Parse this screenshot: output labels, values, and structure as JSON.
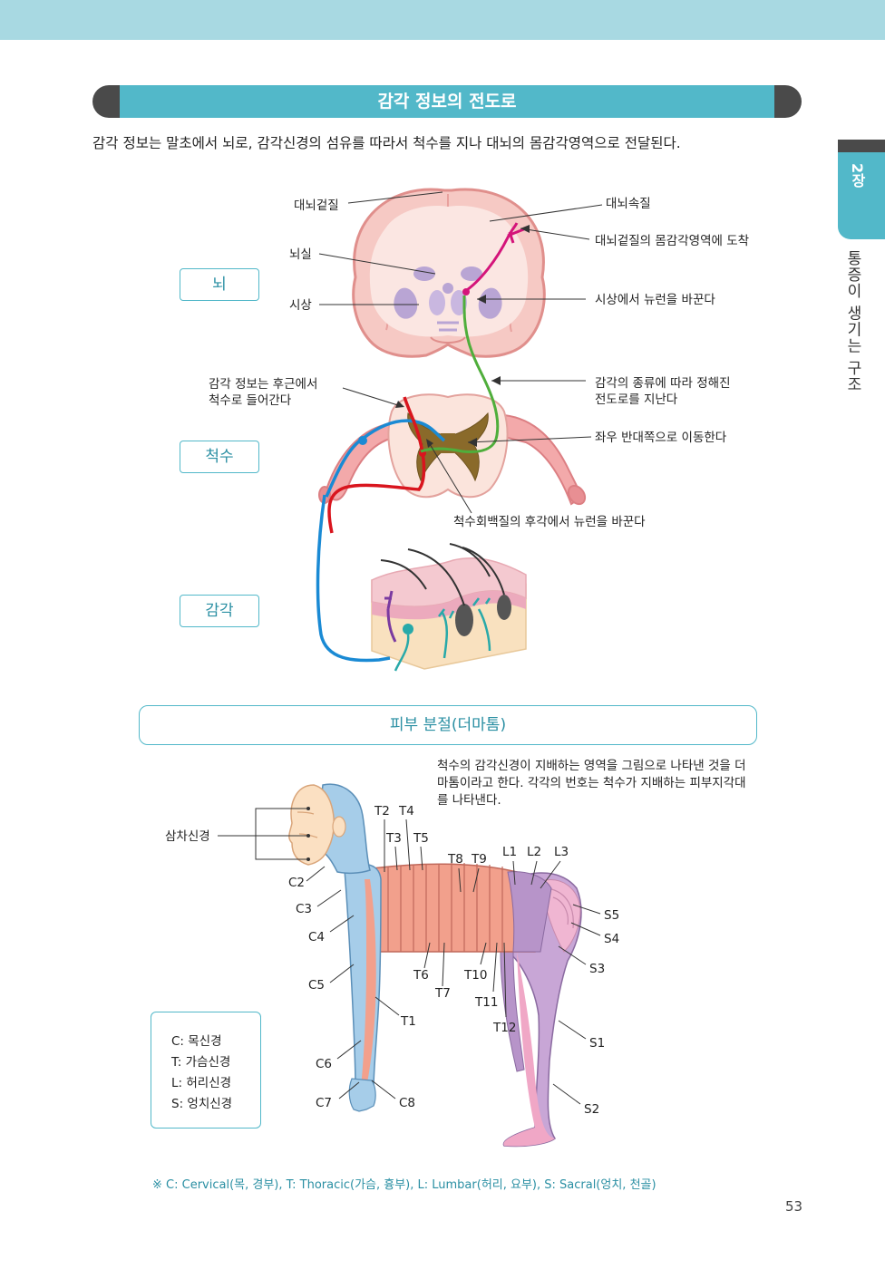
{
  "header": {
    "title": "감각 정보의 전도로"
  },
  "intro": "감각 정보는 말초에서 뇌로, 감각신경의 섬유를 따라서 척수를 지나 대뇌의 몸감각영역으로 전달된다.",
  "chapter_tab": {
    "number": "2장",
    "title": "통증이 생기는 구조"
  },
  "section_boxes": {
    "brain": "뇌",
    "spinal": "척수",
    "sense": "감각"
  },
  "diagram1_labels": {
    "cortex": "대뇌겉질",
    "medulla": "대뇌속질",
    "arrive": "대뇌겉질의 몸감각영역에 도착",
    "ventricle": "뇌실",
    "thalamus": "시상",
    "thalamus_switch": "시상에서 뉴런을 바꾼다",
    "enter_line1": "감각 정보는 후근에서",
    "enter_line2": "척수로 들어간다",
    "path_line1": "감각의 종류에 따라 정해진",
    "path_line2": "전도로를 지난다",
    "cross": "좌우 반대쪽으로 이동한다",
    "horn": "척수회백질의 후각에서 뉴런을 바꾼다"
  },
  "dermatome": {
    "title": "피부 분절(더마톰)",
    "description": "척수의 감각신경이 지배하는 영역을 그림으로 나타낸 것을 더마톰이라고 한다. 각각의 번호는 척수가 지배하는 피부지각대를 나타낸다.",
    "trigeminal": "삼차신경",
    "labels": [
      "T2",
      "T4",
      "T3",
      "T5",
      "T8",
      "T9",
      "L1",
      "L2",
      "L3",
      "C2",
      "C3",
      "C4",
      "C5",
      "T6",
      "T7",
      "T10",
      "T11",
      "T12",
      "T1",
      "C6",
      "C7",
      "C8",
      "S5",
      "S4",
      "S3",
      "S1",
      "S2"
    ]
  },
  "legend": {
    "items": [
      "C: 목신경",
      "T: 가슴신경",
      "L: 허리신경",
      "S: 엉치신경"
    ]
  },
  "footnote": "※ C: Cervical(목, 경부), T: Thoracic(가슴, 흉부), L: Lumbar(허리, 요부), S: Sacral(엉치, 천골)",
  "page_number": "53",
  "colors": {
    "accent": "#52b8c9",
    "top_band": "#a8d9e2",
    "dark_cap": "#4a4a4a",
    "pathway_magenta": "#d4147a",
    "pathway_green": "#4fae3b",
    "pathway_blue": "#1a8ad4",
    "pathway_red": "#d9151e"
  }
}
